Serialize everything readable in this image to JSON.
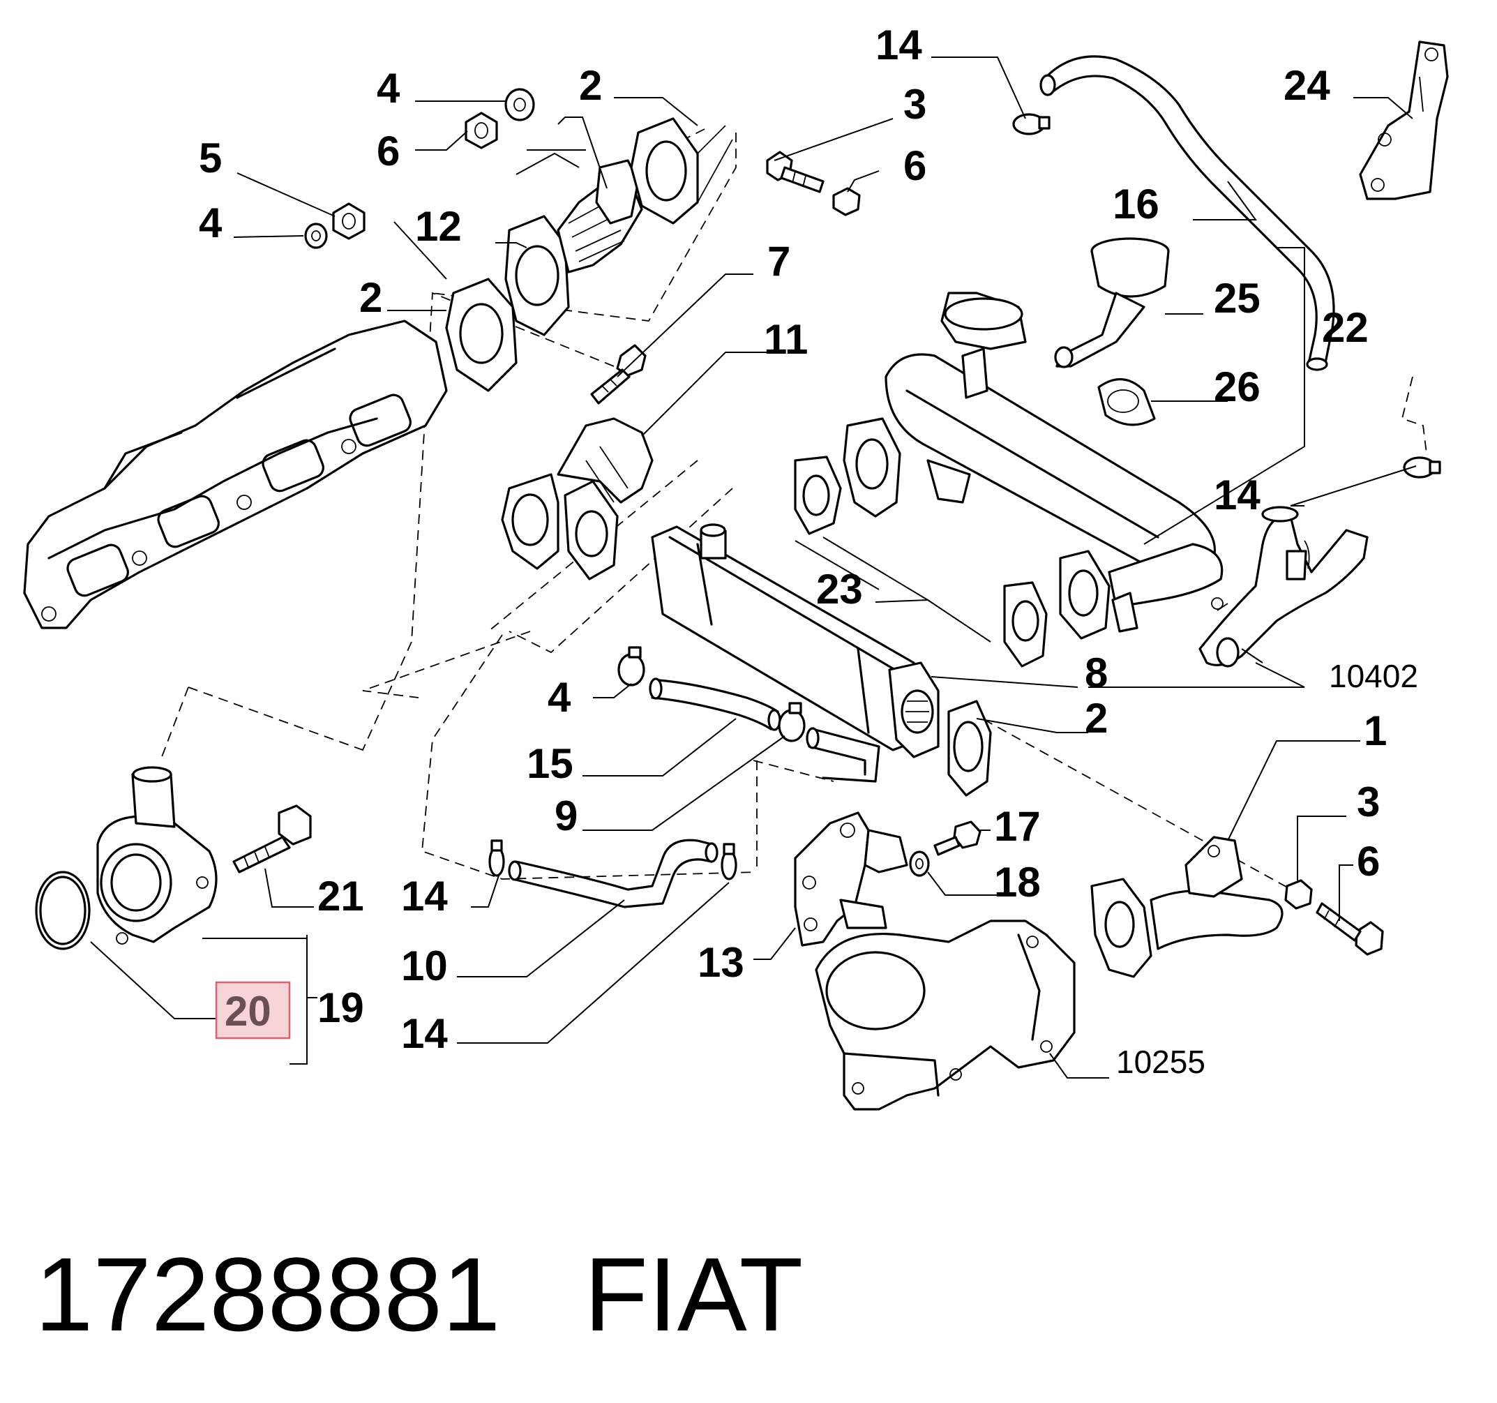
{
  "diagram": {
    "callouts": [
      {
        "id": "c4a",
        "text": "4"
      },
      {
        "id": "c2a",
        "text": "2"
      },
      {
        "id": "c5",
        "text": "5"
      },
      {
        "id": "c6a",
        "text": "6"
      },
      {
        "id": "c4b",
        "text": "4"
      },
      {
        "id": "c12",
        "text": "12"
      },
      {
        "id": "c2b",
        "text": "2"
      },
      {
        "id": "c14a",
        "text": "14"
      },
      {
        "id": "c3a",
        "text": "3"
      },
      {
        "id": "c6b",
        "text": "6"
      },
      {
        "id": "c24",
        "text": "24"
      },
      {
        "id": "c16",
        "text": "16"
      },
      {
        "id": "c7",
        "text": "7"
      },
      {
        "id": "c11",
        "text": "11"
      },
      {
        "id": "c25",
        "text": "25"
      },
      {
        "id": "c22",
        "text": "22"
      },
      {
        "id": "c26",
        "text": "26"
      },
      {
        "id": "c14b",
        "text": "14"
      },
      {
        "id": "c23",
        "text": "23"
      },
      {
        "id": "c8",
        "text": "8"
      },
      {
        "id": "c2c",
        "text": "2"
      },
      {
        "id": "c4c",
        "text": "4"
      },
      {
        "id": "c15",
        "text": "15"
      },
      {
        "id": "c9",
        "text": "9"
      },
      {
        "id": "c1",
        "text": "1"
      },
      {
        "id": "c3b",
        "text": "3"
      },
      {
        "id": "c6c",
        "text": "6"
      },
      {
        "id": "c17",
        "text": "17"
      },
      {
        "id": "c18",
        "text": "18"
      },
      {
        "id": "c21",
        "text": "21"
      },
      {
        "id": "c14c",
        "text": "14"
      },
      {
        "id": "c13",
        "text": "13"
      },
      {
        "id": "c10",
        "text": "10"
      },
      {
        "id": "c20",
        "text": "20"
      },
      {
        "id": "c19",
        "text": "19"
      },
      {
        "id": "c14d",
        "text": "14"
      }
    ],
    "references": [
      {
        "id": "r10402",
        "text": "10402"
      },
      {
        "id": "r10255",
        "text": "10255"
      }
    ],
    "highlight": {
      "callout": "20",
      "color": "#e06070",
      "fill": "#f6d4d8",
      "text_color": "#6a5052"
    }
  },
  "caption": {
    "part_number": "17288881",
    "brand": "FIAT"
  }
}
